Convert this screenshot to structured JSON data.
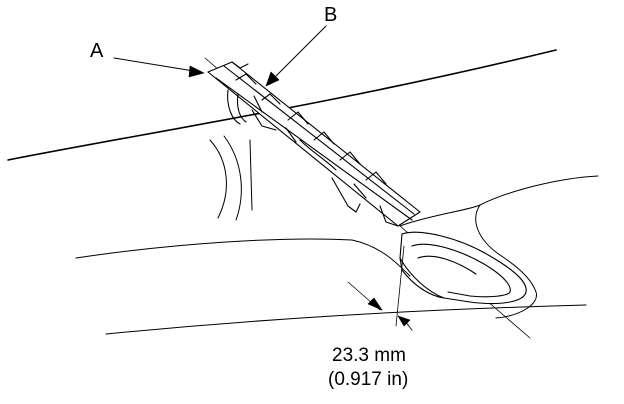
{
  "callouts": {
    "a": "A",
    "b": "B"
  },
  "dimension": {
    "metric": "23.3 mm",
    "imperial": "(0.917 in)"
  },
  "colors": {
    "ink": "#000000",
    "paper": "#ffffff"
  }
}
